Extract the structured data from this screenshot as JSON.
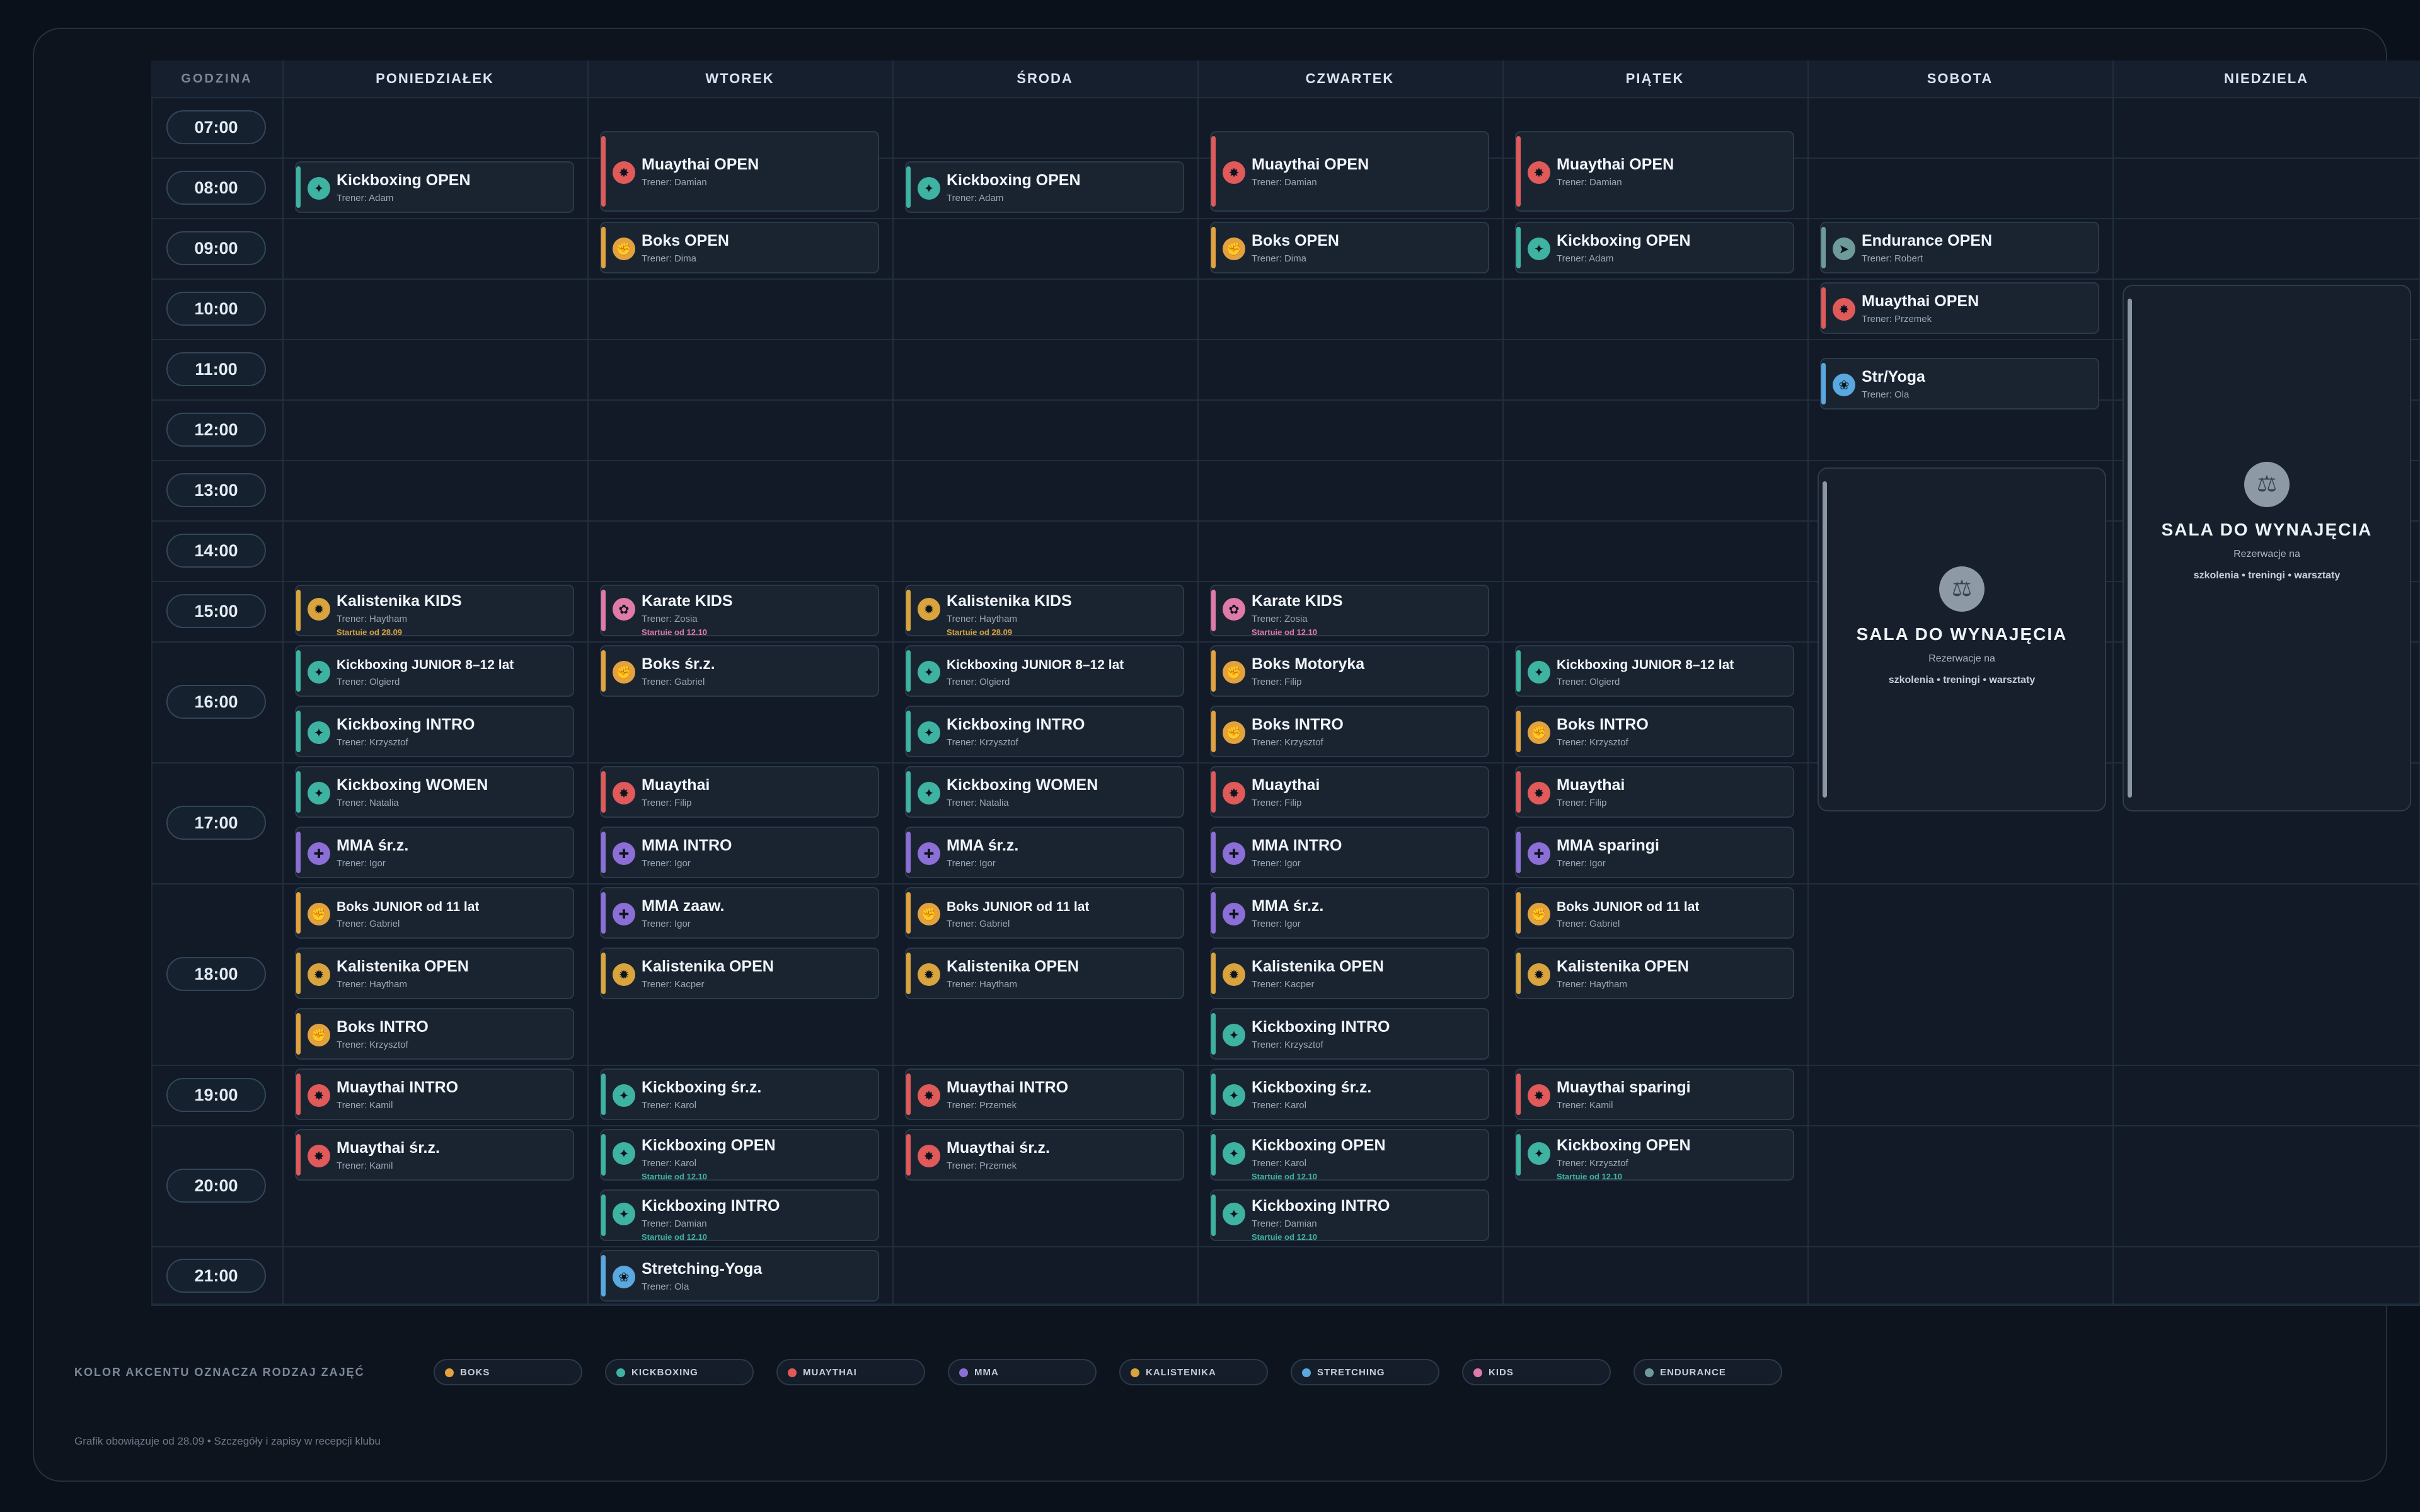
{
  "header": {
    "time_label": "GODZINA",
    "days": [
      "PONIEDZIAŁEK",
      "WTOREK",
      "ŚRODA",
      "CZWARTEK",
      "PIĄTEK",
      "SOBOTA",
      "NIEDZIELA"
    ]
  },
  "times": [
    "07:00",
    "08:00",
    "09:00",
    "10:00",
    "11:00",
    "12:00",
    "13:00",
    "14:00",
    "15:00",
    "16:00",
    "17:00",
    "18:00",
    "19:00",
    "20:00",
    "21:00"
  ],
  "colors": {
    "boks": "#e3a23e",
    "kickboxing": "#3fb3a2",
    "muaythai": "#e05a5a",
    "mma": "#8c6fd6",
    "kalistenika": "#d9a43e",
    "stretching": "#5aa8e0",
    "kids": "#e07aa8",
    "endurance": "#6e9a9a"
  },
  "classes": [
    {
      "day": 0,
      "slot": "08:00",
      "title": "Kickboxing OPEN",
      "trainer": "Trener: Adam",
      "type": "kickboxing"
    },
    {
      "day": 0,
      "slot": "15:00",
      "title": "Kalistenika KIDS",
      "trainer": "Trener: Haytham",
      "type": "kalistenika",
      "start": "Startuje od 28.09"
    },
    {
      "day": 0,
      "slot": "16:00a",
      "title": "Kickboxing JUNIOR 8–12 lat",
      "trainer": "Trener: Olgierd",
      "type": "kickboxing"
    },
    {
      "day": 0,
      "slot": "16:00b",
      "title": "Kickboxing INTRO",
      "trainer": "Trener: Krzysztof",
      "type": "kickboxing"
    },
    {
      "day": 0,
      "slot": "17:00a",
      "title": "Kickboxing WOMEN",
      "trainer": "Trener: Natalia",
      "type": "kickboxing"
    },
    {
      "day": 0,
      "slot": "17:00b",
      "title": "MMA śr.z.",
      "trainer": "Trener: Igor",
      "type": "mma"
    },
    {
      "day": 0,
      "slot": "18:00a",
      "title": "Boks JUNIOR od 11 lat",
      "trainer": "Trener: Gabriel",
      "type": "boks"
    },
    {
      "day": 0,
      "slot": "18:00b",
      "title": "Kalistenika OPEN",
      "trainer": "Trener: Haytham",
      "type": "kalistenika"
    },
    {
      "day": 0,
      "slot": "18:00c",
      "title": "Boks INTRO",
      "trainer": "Trener: Krzysztof",
      "type": "boks"
    },
    {
      "day": 0,
      "slot": "19:00",
      "title": "Muaythai INTRO",
      "trainer": "Trener: Kamil",
      "type": "muaythai"
    },
    {
      "day": 0,
      "slot": "20:00a",
      "title": "Muaythai śr.z.",
      "trainer": "Trener: Kamil",
      "type": "muaythai"
    },
    {
      "day": 1,
      "slot": "07:30",
      "title": "Muaythai OPEN",
      "trainer": "Trener: Damian",
      "type": "muaythai"
    },
    {
      "day": 1,
      "slot": "09:00",
      "title": "Boks OPEN",
      "trainer": "Trener: Dima",
      "type": "boks"
    },
    {
      "day": 1,
      "slot": "15:00",
      "title": "Karate KIDS",
      "trainer": "Trener: Zosia",
      "type": "kids",
      "start": "Startuje od 12.10"
    },
    {
      "day": 1,
      "slot": "16:00a",
      "title": "Boks śr.z.",
      "trainer": "Trener: Gabriel",
      "type": "boks"
    },
    {
      "day": 1,
      "slot": "17:00a",
      "title": "Muaythai",
      "trainer": "Trener: Filip",
      "type": "muaythai"
    },
    {
      "day": 1,
      "slot": "17:00b",
      "title": "MMA INTRO",
      "trainer": "Trener: Igor",
      "type": "mma"
    },
    {
      "day": 1,
      "slot": "18:00a",
      "title": "MMA zaaw.",
      "trainer": "Trener: Igor",
      "type": "mma"
    },
    {
      "day": 1,
      "slot": "18:00b",
      "title": "Kalistenika OPEN",
      "trainer": "Trener: Kacper",
      "type": "kalistenika"
    },
    {
      "day": 1,
      "slot": "19:00",
      "title": "Kickboxing śr.z.",
      "trainer": "Trener: Karol",
      "type": "kickboxing"
    },
    {
      "day": 1,
      "slot": "20:00a",
      "title": "Kickboxing OPEN",
      "trainer": "Trener: Karol",
      "type": "kickboxing",
      "start": "Startuje od 12.10"
    },
    {
      "day": 1,
      "slot": "20:00b",
      "title": "Kickboxing INTRO",
      "trainer": "Trener: Damian",
      "type": "kickboxing",
      "start": "Startuje od 12.10"
    },
    {
      "day": 1,
      "slot": "21:00",
      "title": "Stretching-Yoga",
      "trainer": "Trener: Ola",
      "type": "stretching"
    },
    {
      "day": 2,
      "slot": "08:00",
      "title": "Kickboxing OPEN",
      "trainer": "Trener: Adam",
      "type": "kickboxing"
    },
    {
      "day": 2,
      "slot": "15:00",
      "title": "Kalistenika KIDS",
      "trainer": "Trener: Haytham",
      "type": "kalistenika",
      "start": "Startuje od 28.09"
    },
    {
      "day": 2,
      "slot": "16:00a",
      "title": "Kickboxing JUNIOR 8–12 lat",
      "trainer": "Trener: Olgierd",
      "type": "kickboxing"
    },
    {
      "day": 2,
      "slot": "16:00b",
      "title": "Kickboxing INTRO",
      "trainer": "Trener: Krzysztof",
      "type": "kickboxing"
    },
    {
      "day": 2,
      "slot": "17:00a",
      "title": "Kickboxing WOMEN",
      "trainer": "Trener: Natalia",
      "type": "kickboxing"
    },
    {
      "day": 2,
      "slot": "17:00b",
      "title": "MMA śr.z.",
      "trainer": "Trener: Igor",
      "type": "mma"
    },
    {
      "day": 2,
      "slot": "18:00a",
      "title": "Boks JUNIOR od 11 lat",
      "trainer": "Trener: Gabriel",
      "type": "boks"
    },
    {
      "day": 2,
      "slot": "18:00b",
      "title": "Kalistenika OPEN",
      "trainer": "Trener: Haytham",
      "type": "kalistenika"
    },
    {
      "day": 2,
      "slot": "19:00",
      "title": "Muaythai INTRO",
      "trainer": "Trener: Przemek",
      "type": "muaythai"
    },
    {
      "day": 2,
      "slot": "20:00a",
      "title": "Muaythai śr.z.",
      "trainer": "Trener: Przemek",
      "type": "muaythai"
    },
    {
      "day": 3,
      "slot": "07:30",
      "title": "Muaythai OPEN",
      "trainer": "Trener: Damian",
      "type": "muaythai"
    },
    {
      "day": 3,
      "slot": "09:00",
      "title": "Boks OPEN",
      "trainer": "Trener: Dima",
      "type": "boks"
    },
    {
      "day": 3,
      "slot": "15:00",
      "title": "Karate KIDS",
      "trainer": "Trener: Zosia",
      "type": "kids",
      "start": "Startuje od 12.10"
    },
    {
      "day": 3,
      "slot": "16:00a",
      "title": "Boks Motoryka",
      "trainer": "Trener: Filip",
      "type": "boks"
    },
    {
      "day": 3,
      "slot": "16:00b",
      "title": "Boks INTRO",
      "trainer": "Trener: Krzysztof",
      "type": "boks"
    },
    {
      "day": 3,
      "slot": "17:00a",
      "title": "Muaythai",
      "trainer": "Trener: Filip",
      "type": "muaythai"
    },
    {
      "day": 3,
      "slot": "17:00b",
      "title": "MMA INTRO",
      "trainer": "Trener: Igor",
      "type": "mma"
    },
    {
      "day": 3,
      "slot": "18:00a",
      "title": "MMA śr.z.",
      "trainer": "Trener: Igor",
      "type": "mma"
    },
    {
      "day": 3,
      "slot": "18:00b",
      "title": "Kalistenika OPEN",
      "trainer": "Trener: Kacper",
      "type": "kalistenika"
    },
    {
      "day": 3,
      "slot": "18:00c",
      "title": "Kickboxing INTRO",
      "trainer": "Trener: Krzysztof",
      "type": "kickboxing"
    },
    {
      "day": 3,
      "slot": "19:00",
      "title": "Kickboxing śr.z.",
      "trainer": "Trener: Karol",
      "type": "kickboxing"
    },
    {
      "day": 3,
      "slot": "20:00a",
      "title": "Kickboxing OPEN",
      "trainer": "Trener: Karol",
      "type": "kickboxing",
      "start": "Startuje od 12.10"
    },
    {
      "day": 3,
      "slot": "20:00b",
      "title": "Kickboxing INTRO",
      "trainer": "Trener: Damian",
      "type": "kickboxing",
      "start": "Startuje od 12.10"
    },
    {
      "day": 4,
      "slot": "07:30",
      "title": "Muaythai OPEN",
      "trainer": "Trener: Damian",
      "type": "muaythai"
    },
    {
      "day": 4,
      "slot": "09:00",
      "title": "Kickboxing OPEN",
      "trainer": "Trener: Adam",
      "type": "kickboxing"
    },
    {
      "day": 4,
      "slot": "16:00a",
      "title": "Kickboxing JUNIOR 8–12 lat",
      "trainer": "Trener: Olgierd",
      "type": "kickboxing"
    },
    {
      "day": 4,
      "slot": "16:00b",
      "title": "Boks INTRO",
      "trainer": "Trener: Krzysztof",
      "type": "boks"
    },
    {
      "day": 4,
      "slot": "17:00a",
      "title": "Muaythai",
      "trainer": "Trener: Filip",
      "type": "muaythai"
    },
    {
      "day": 4,
      "slot": "17:00b",
      "title": "MMA sparingi",
      "trainer": "Trener: Igor",
      "type": "mma"
    },
    {
      "day": 4,
      "slot": "18:00a",
      "title": "Boks JUNIOR od 11 lat",
      "trainer": "Trener: Gabriel",
      "type": "boks"
    },
    {
      "day": 4,
      "slot": "18:00b",
      "title": "Kalistenika OPEN",
      "trainer": "Trener: Haytham",
      "type": "kalistenika"
    },
    {
      "day": 4,
      "slot": "19:00",
      "title": "Muaythai sparingi",
      "trainer": "Trener: Kamil",
      "type": "muaythai"
    },
    {
      "day": 4,
      "slot": "20:00a",
      "title": "Kickboxing OPEN",
      "trainer": "Trener: Krzysztof",
      "type": "kickboxing",
      "start": "Startuje od 12.10"
    },
    {
      "day": 5,
      "slot": "09:00",
      "title": "Endurance OPEN",
      "trainer": "Trener: Robert",
      "type": "endurance"
    },
    {
      "day": 5,
      "slot": "10:00",
      "title": "Muaythai OPEN",
      "trainer": "Trener: Przemek",
      "type": "muaythai"
    },
    {
      "day": 5,
      "slot": "11:00",
      "title": "Str/Yoga",
      "trainer": "Trener: Ola",
      "type": "stretching"
    }
  ],
  "rentals": [
    {
      "day": 5,
      "title": "SALA DO WYNAJĘCIA",
      "sub": "Rezerwacje na",
      "desc": "szkolenia • treningi • warsztaty"
    },
    {
      "day": 6,
      "title": "SALA DO WYNAJĘCIA",
      "sub": "Rezerwacje na",
      "desc": "szkolenia • treningi • warsztaty"
    }
  ],
  "legend": {
    "label": "KOLOR AKCENTU OZNACZA RODZAJ ZAJĘĆ",
    "items": [
      {
        "key": "boks",
        "label": "BOKS"
      },
      {
        "key": "kickboxing",
        "label": "KICKBOXING"
      },
      {
        "key": "muaythai",
        "label": "MUAYTHAI"
      },
      {
        "key": "mma",
        "label": "MMA"
      },
      {
        "key": "kalistenika",
        "label": "KALISTENIKA"
      },
      {
        "key": "stretching",
        "label": "STRETCHING"
      },
      {
        "key": "kids",
        "label": "KIDS"
      },
      {
        "key": "endurance",
        "label": "ENDURANCE"
      }
    ]
  },
  "footer": "Grafik obowiązuje od 28.09 • Szczegóły i zapisy w recepcji klubu",
  "icons": {
    "card": "fighter-icon",
    "rental": "dumbbell-icon"
  }
}
